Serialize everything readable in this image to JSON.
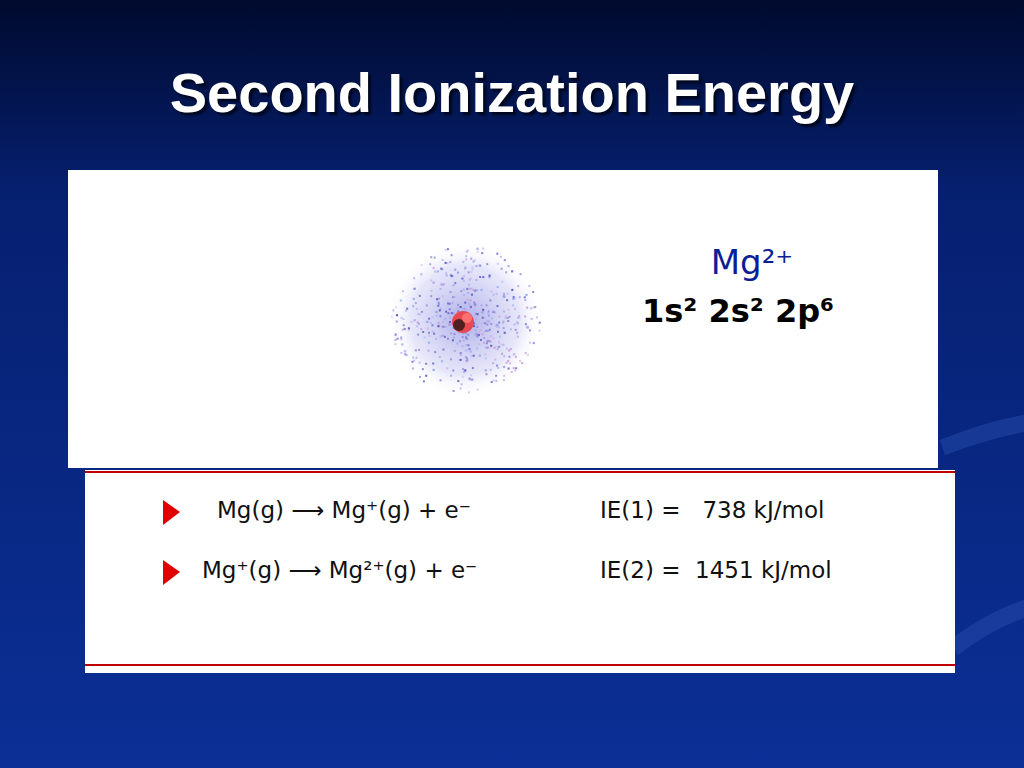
{
  "diagram": {
    "title": "Second Ionization Energy",
    "nodes": [
      {
        "text": [
          "Mg²⁺",
          "1s² 2s² 2p⁶"
        ]
      },
      {
        "text": [
          "Mg(g) ⟶ Mg⁺(g) + e⁻",
          "IE(1) =   738 kJ/mol",
          "Mg⁺(g) ⟶ Mg²⁺(g) + e⁻",
          "IE(2) =  1451 kJ/mol"
        ]
      }
    ]
  }
}
